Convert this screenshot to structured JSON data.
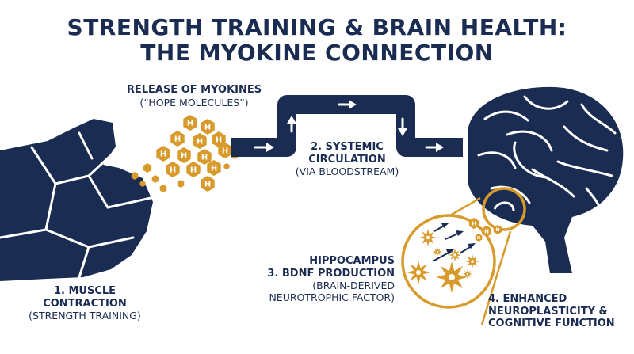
{
  "title": {
    "line1": "STRENGTH TRAINING & BRAIN HEALTH:",
    "line2": "THE MYOKINE CONNECTION"
  },
  "labels": {
    "myokines": {
      "title": "RELEASE OF MYOKINES",
      "sub": "(“HOPE MOLECULES”)"
    },
    "circulation": {
      "title1": "2. SYSTEMIC",
      "title2": "CIRCULATION",
      "sub": "(VIA BLOODSTREAM)"
    },
    "muscle": {
      "title1": "1. MUSCLE",
      "title2": "CONTRACTION",
      "sub": "(STRENGTH TRAINING)"
    },
    "bdnf": {
      "title1": "HIPPOCAMPUS",
      "title2": "3. BDNF PRODUCTION",
      "sub1": "(BRAIN-DERIVED",
      "sub2": "NEUROTROPHIC FACTOR)"
    },
    "outcome": {
      "title1": "4. ENHANCED",
      "title2": "NEUROPLASTICITY &",
      "title3": "COGNITIVE FUNCTION"
    }
  },
  "molecule_letter": "H",
  "colors": {
    "navy": "#1b2c52",
    "gold": "#d79a2b",
    "white": "#ffffff"
  },
  "icons": [
    "flexed-arm-icon",
    "myokine-molecule-icon",
    "arrow-right-icon",
    "arrow-up-icon",
    "arrow-down-icon",
    "brain-icon",
    "neuron-icon"
  ]
}
